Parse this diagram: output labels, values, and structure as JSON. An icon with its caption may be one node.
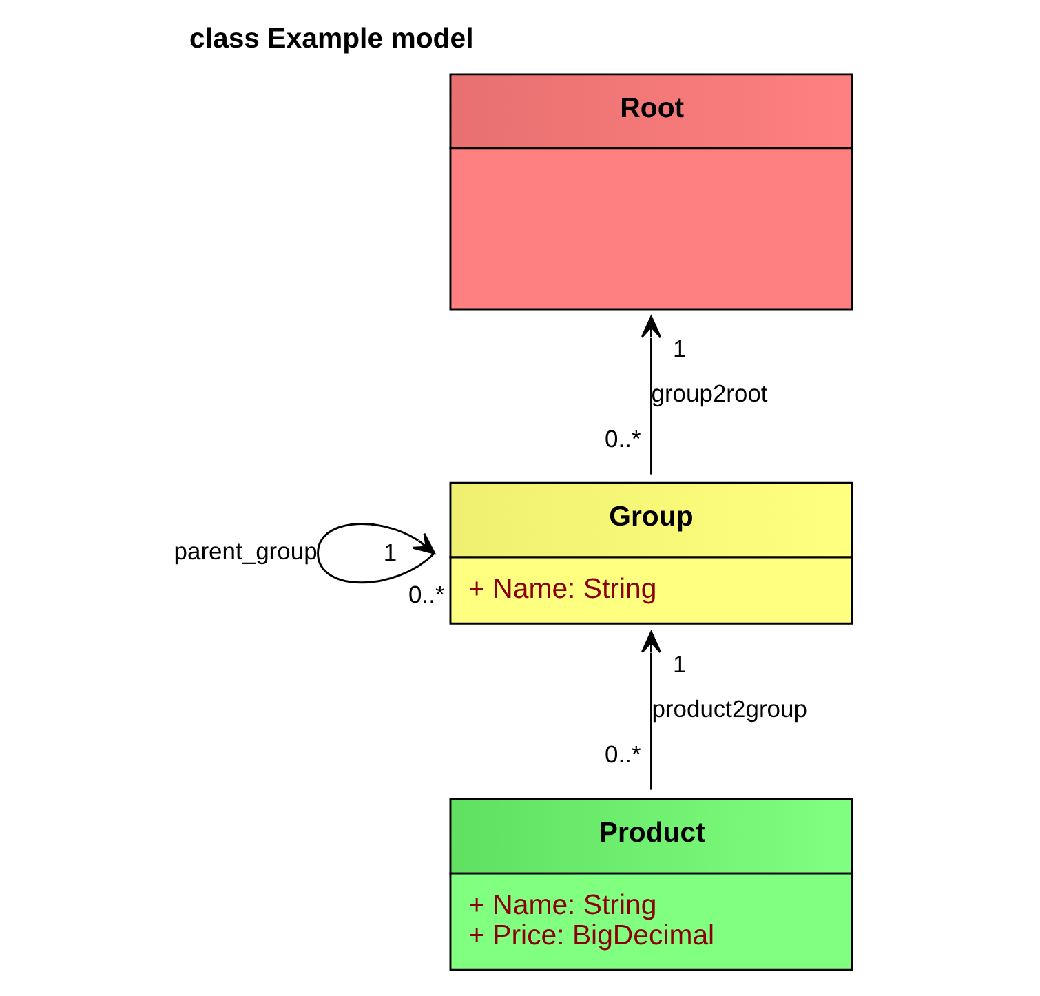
{
  "diagram": {
    "title": "class Example model",
    "nodes": [
      {
        "text": [
          "Root"
        ]
      },
      {
        "text": [
          "Group",
          "+ Name: String"
        ]
      },
      {
        "text": [
          "Product",
          "+ Name: String",
          "+ Price: BigDecimal"
        ]
      }
    ],
    "edges": [
      {
        "from": 1,
        "to": 0,
        "arrow": "to",
        "label": "group2root"
      },
      {
        "from": 1,
        "to": 1,
        "arrow": "to",
        "label": "parent_group"
      },
      {
        "from": 2,
        "to": 1,
        "arrow": "to",
        "label": "product2group"
      }
    ],
    "labels": [
      "1",
      "0..*",
      "0..*",
      "1",
      "1",
      "0..*"
    ]
  }
}
